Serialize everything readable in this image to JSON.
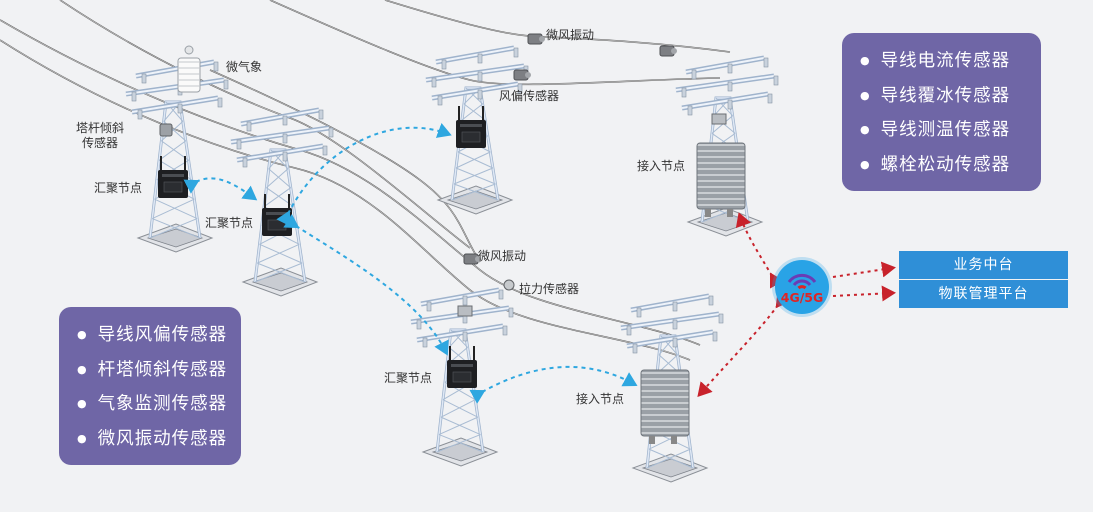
{
  "labels": {
    "micro_weather": "微气象",
    "tilt_sensor": "塔杆倾斜传感器",
    "converge_node_1": "汇聚节点",
    "converge_node_2": "汇聚节点",
    "converge_node_3": "汇聚节点",
    "vibration_1": "微风振动",
    "vibration_2": "微风振动",
    "wind_sensor": "风偏传感器",
    "tension_sensor": "拉力传感器",
    "access_node_1": "接入节点",
    "access_node_2": "接入节点"
  },
  "left_panel": {
    "items": [
      "导线风偏传感器",
      "杆塔倾斜传感器",
      "气象监测传感器",
      "微风振动传感器"
    ]
  },
  "right_panel": {
    "items": [
      "导线电流传感器",
      "导线覆冰传感器",
      "导线测温传感器",
      "螺栓松动传感器"
    ]
  },
  "network": {
    "label": "4G/5G"
  },
  "platforms": {
    "business": "业务中台",
    "iot": "物联管理平台"
  },
  "colors": {
    "panel": "#6f66a6",
    "platform": "#2f8fd7",
    "network": "#29a3e6",
    "blue_link": "#2ea7e0",
    "red_link": "#c8222b",
    "tower": "#dfe8f5"
  }
}
